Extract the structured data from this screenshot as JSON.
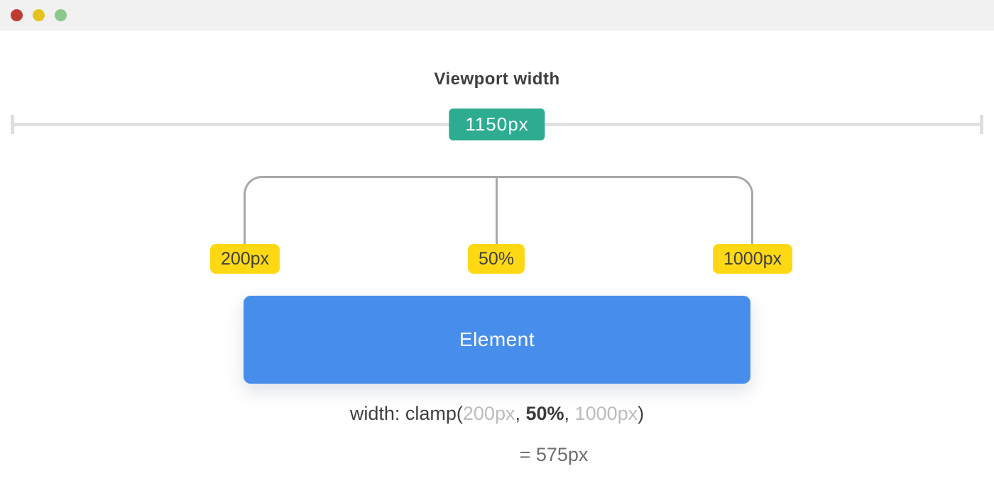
{
  "window": {
    "controls": {
      "close": "close",
      "minimize": "minimize",
      "zoom": "zoom"
    }
  },
  "diagram": {
    "title": "Viewport width",
    "viewport_badge": "1150px",
    "clamp": {
      "min": "200px",
      "preferred": "50%",
      "max": "1000px"
    },
    "element_label": "Element",
    "formula": {
      "prefix": "width: clamp(",
      "min": "200px",
      "separator1": ", ",
      "preferred": "50%",
      "separator2": ", ",
      "max": "1000px",
      "suffix": ")"
    },
    "result": "= 575px",
    "colors": {
      "viewport_badge_bg": "#2dac92",
      "clamp_badge_bg": "#ffd814",
      "element_bg": "#478eec",
      "bracket": "#a8a8a8",
      "ruler": "#e0e0e0",
      "titlebar_bg": "#f1f1f1",
      "text_dark": "#3e3e3e",
      "text_muted": "#bcbcbc",
      "text_result": "#6e6e6e",
      "control_close": "#bf3a30",
      "control_minimize": "#e4c41c",
      "control_zoom": "#8cc78c"
    }
  }
}
